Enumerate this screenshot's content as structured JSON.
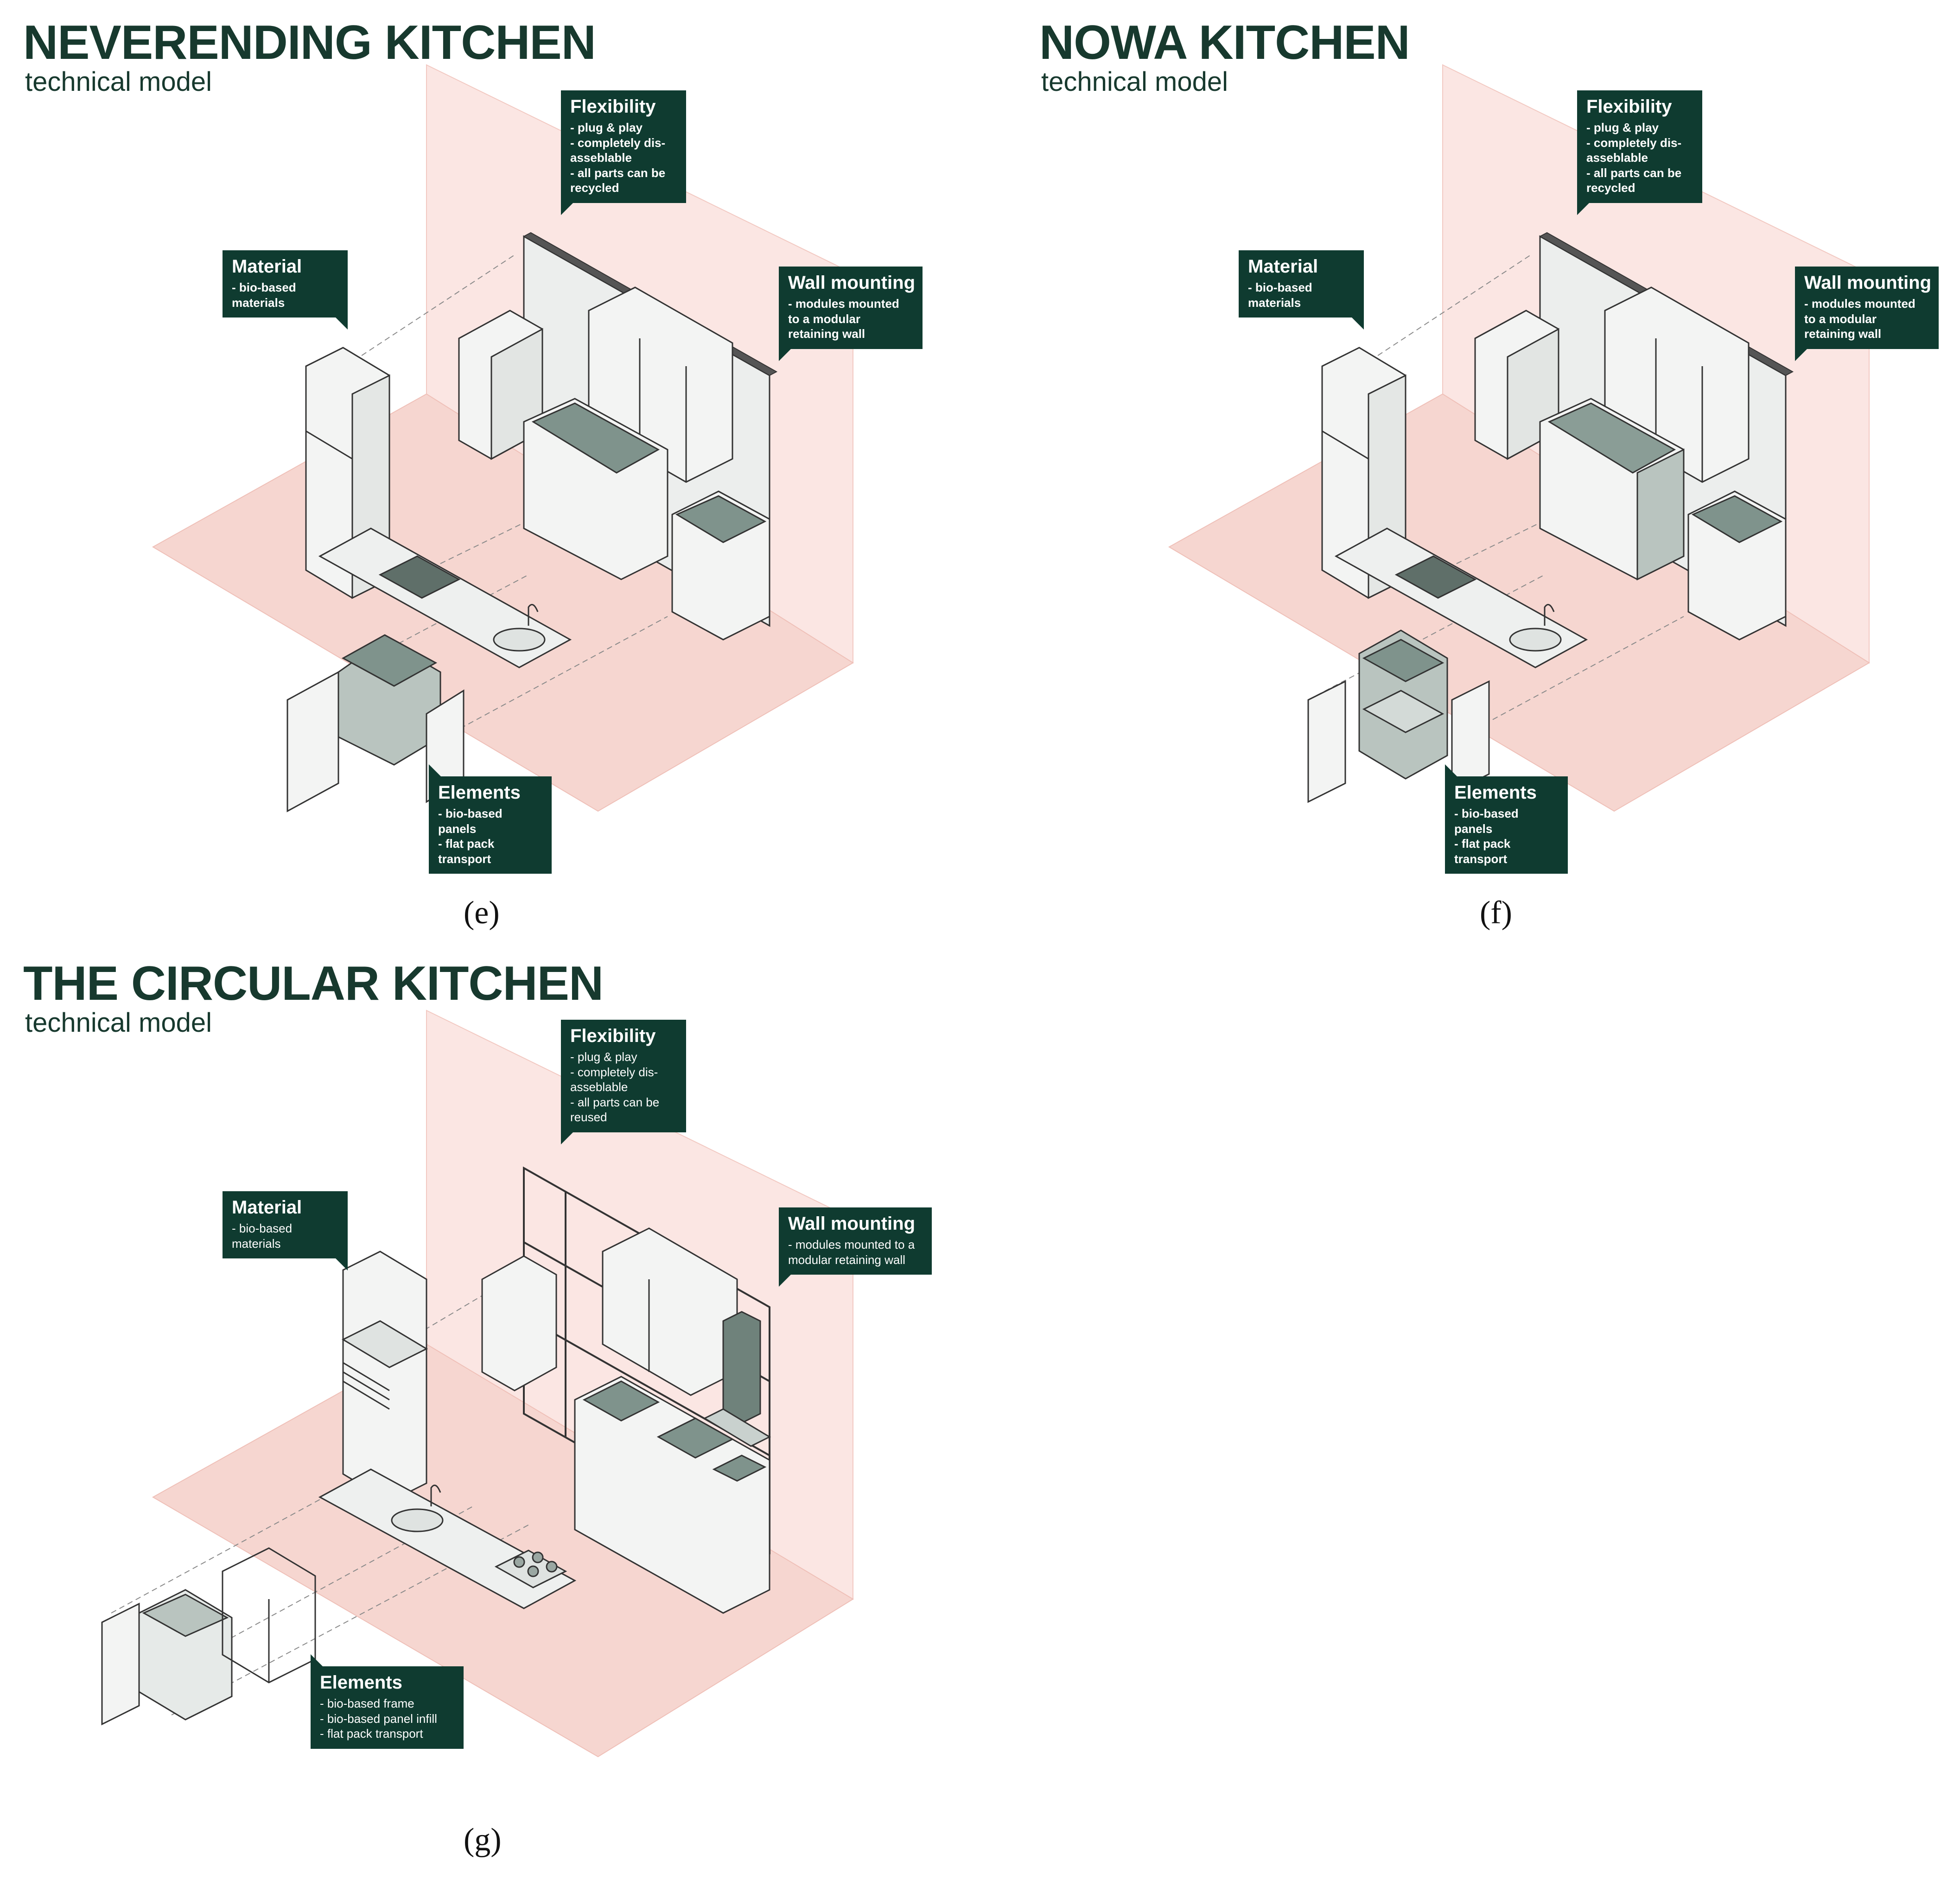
{
  "panels": [
    {
      "id": "e",
      "title": "NEVERENDING KITCHEN",
      "subtitle": "technical model",
      "caption": "(e)",
      "callouts": {
        "flexibility": {
          "heading": "Flexibility",
          "items": [
            "plug & play",
            "completely dis-asseblable",
            "all parts can be recycled"
          ]
        },
        "material": {
          "heading": "Material",
          "items": [
            "bio-based materials"
          ]
        },
        "wall_mounting": {
          "heading": "Wall mounting",
          "items": [
            "modules mounted to a modular retaining wall"
          ]
        },
        "elements": {
          "heading": "Elements",
          "items": [
            "bio-based panels",
            "flat pack transport"
          ]
        }
      }
    },
    {
      "id": "f",
      "title": "NOWA KITCHEN",
      "subtitle": "technical model",
      "caption": "(f)",
      "callouts": {
        "flexibility": {
          "heading": "Flexibility",
          "items": [
            "plug & play",
            "completely dis-asseblable",
            "all parts can be recycled"
          ]
        },
        "material": {
          "heading": "Material",
          "items": [
            "bio-based materials"
          ]
        },
        "wall_mounting": {
          "heading": "Wall mounting",
          "items": [
            "modules mounted to a modular retaining wall"
          ]
        },
        "elements": {
          "heading": "Elements",
          "items": [
            "bio-based panels",
            "flat pack transport"
          ]
        }
      }
    },
    {
      "id": "g",
      "title": "THE CIRCULAR KITCHEN",
      "subtitle": "technical model",
      "caption": "(g)",
      "callouts": {
        "flexibility": {
          "heading": "Flexibility",
          "items": [
            "plug & play",
            "completely dis-asseblable",
            "all parts can be reused"
          ]
        },
        "material": {
          "heading": "Material",
          "items": [
            "bio-based materials"
          ]
        },
        "wall_mounting": {
          "heading": "Wall mounting",
          "items": [
            "modules mounted to a modular retaining wall"
          ]
        },
        "elements": {
          "heading": "Elements",
          "items": [
            "bio-based frame",
            "bio-based panel infill",
            "flat pack transport"
          ]
        }
      }
    }
  ],
  "colors": {
    "title": "#17392e",
    "callout_bg": "#0f3b30",
    "floor": "#f6d6d0",
    "wall": "#fbe6e3",
    "cabinet": "#f3f4f3",
    "recess": "#7f938c"
  }
}
